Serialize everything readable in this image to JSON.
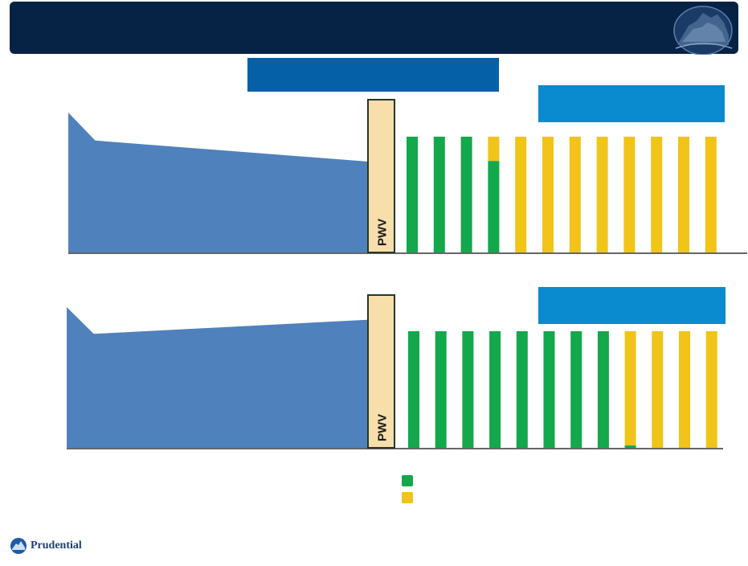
{
  "header": {
    "title": "",
    "logo_icon": "rock-of-gibraltar-icon"
  },
  "banners": {
    "top": "",
    "panel1": "",
    "panel2": ""
  },
  "legend": [
    {
      "label": "",
      "color": "#12a84b"
    },
    {
      "label": "",
      "color": "#f0c419"
    }
  ],
  "footer": {
    "brand": "Prudential",
    "logo_icon": "prudential-rock-icon"
  },
  "colors": {
    "area": "#4f81bd",
    "pwv_fill": "#f8deaa",
    "pwv_border": "#1f3a2a",
    "green": "#12a84b",
    "yellow": "#f0c419",
    "header_bg": "#062244",
    "banner_dark": "#0560a8",
    "banner_light": "#0a8bd0"
  },
  "chart_data": [
    {
      "type": "area",
      "panel": 1,
      "pwv_label": "PWV",
      "area_values": [
        1.0,
        0.8,
        0.65
      ],
      "area_positions": [
        0,
        0.09,
        1.0
      ],
      "bars": {
        "type": "bar",
        "count": 12,
        "green_fraction": [
          1,
          1,
          1,
          0.79,
          0,
          0,
          0,
          0,
          0,
          0,
          0,
          0
        ]
      }
    },
    {
      "type": "area",
      "panel": 2,
      "pwv_label": "PWV",
      "area_values": [
        1.0,
        0.81,
        0.91
      ],
      "area_positions": [
        0,
        0.09,
        1.0
      ],
      "bars": {
        "type": "bar",
        "count": 12,
        "green_fraction": [
          1,
          1,
          1,
          1,
          1,
          1,
          1,
          1,
          0.02,
          0,
          0,
          0
        ]
      }
    }
  ]
}
